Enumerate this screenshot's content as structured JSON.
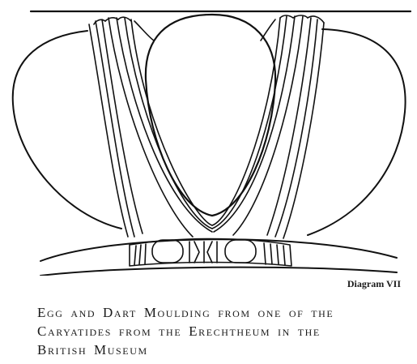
{
  "figure": {
    "label": "Diagram VII",
    "caption_lines": [
      "Egg and Dart Moulding from one of the",
      "Caryatides from the Erechtheum in the",
      "British Museum"
    ]
  }
}
